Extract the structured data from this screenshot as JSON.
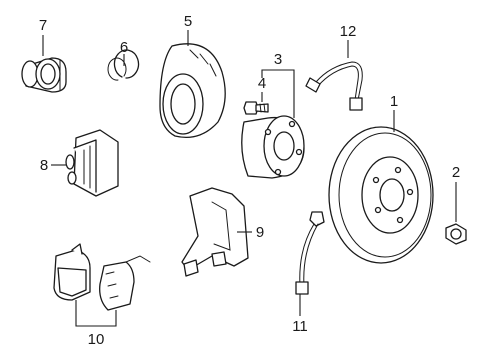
{
  "callouts": {
    "c1": "1",
    "c2": "2",
    "c3": "3",
    "c4": "4",
    "c5": "5",
    "c6": "6",
    "c7": "7",
    "c8": "8",
    "c9": "9",
    "c10": "10",
    "c11": "11",
    "c12": "12"
  },
  "parts": [
    {
      "callout": "1",
      "icon": "brake-rotor-icon"
    },
    {
      "callout": "2",
      "icon": "lug-nut-icon"
    },
    {
      "callout": "3",
      "icon": "wheel-hub-icon"
    },
    {
      "callout": "4",
      "icon": "bolt-icon"
    },
    {
      "callout": "5",
      "icon": "splash-shield-icon"
    },
    {
      "callout": "6",
      "icon": "snap-ring-icon"
    },
    {
      "callout": "7",
      "icon": "wheel-bearing-icon"
    },
    {
      "callout": "8",
      "icon": "brake-caliper-icon"
    },
    {
      "callout": "9",
      "icon": "caliper-bracket-icon"
    },
    {
      "callout": "10",
      "icon": "brake-pads-icon"
    },
    {
      "callout": "11",
      "icon": "abs-sensor-icon"
    },
    {
      "callout": "12",
      "icon": "brake-hose-icon"
    }
  ],
  "colors": {
    "line": "#1a1a1a",
    "background": "#ffffff"
  }
}
